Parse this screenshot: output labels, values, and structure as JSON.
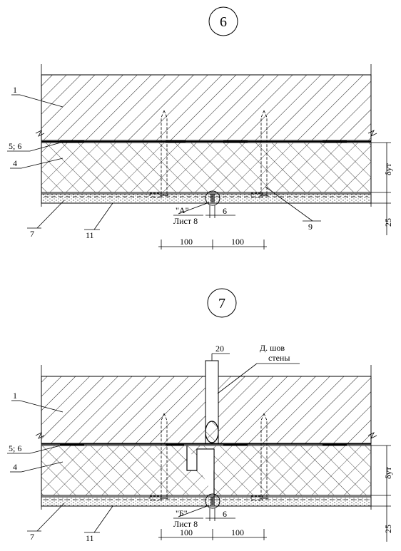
{
  "sections": [
    {
      "number": "6",
      "labels": {
        "layer1": "1",
        "layer56": "5; 6",
        "layer4": "4",
        "layer7": "7",
        "layer11": "11",
        "anchor9": "9",
        "detail_ref": "\"А\"",
        "sheet_ref": "Лист 8",
        "gap": "6",
        "dim_a": "100",
        "dim_b": "100",
        "thickness": "δут",
        "dim_25": "25"
      }
    },
    {
      "number": "7",
      "labels": {
        "layer1": "1",
        "layer56": "5; 6",
        "layer4": "4",
        "layer7": "7",
        "layer11": "11",
        "item20": "20",
        "seam_line1": "Д. шов",
        "seam_line2": "стены",
        "detail_ref": "\"Б\"",
        "sheet_ref": "Лист 8",
        "gap": "6",
        "dim_a": "100",
        "dim_b": "100",
        "thickness": "δут",
        "dim_25": "25"
      }
    }
  ]
}
